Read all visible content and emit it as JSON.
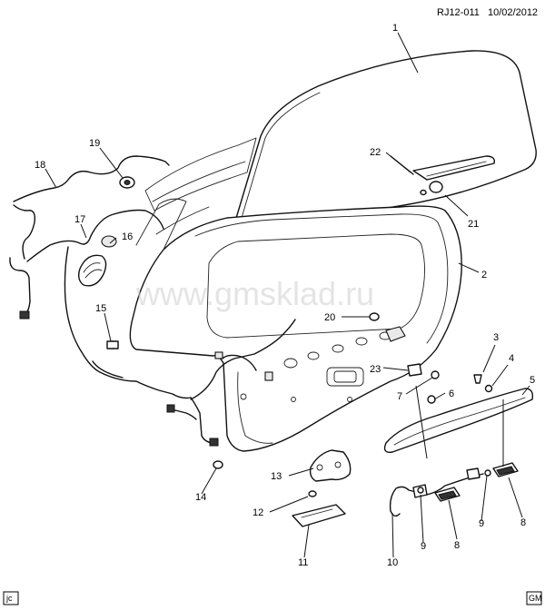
{
  "header": {
    "code": "RJ12-011",
    "date": "10/02/2012"
  },
  "watermark": "www.gmsklad.ru",
  "footer": {
    "left_tag": "jc",
    "right_logo": "GM"
  },
  "callouts": {
    "c1": "1",
    "c2": "2",
    "c3": "3",
    "c4": "4",
    "c5": "5",
    "c6": "6",
    "c7": "7",
    "c8a": "8",
    "c8b": "8",
    "c9a": "9",
    "c9b": "9",
    "c10": "10",
    "c11": "11",
    "c12": "12",
    "c13": "13",
    "c14": "14",
    "c15": "15",
    "c16": "16",
    "c17": "17",
    "c18": "18",
    "c19": "19",
    "c20": "20",
    "c21": "21",
    "c22": "22",
    "c23": "23"
  }
}
